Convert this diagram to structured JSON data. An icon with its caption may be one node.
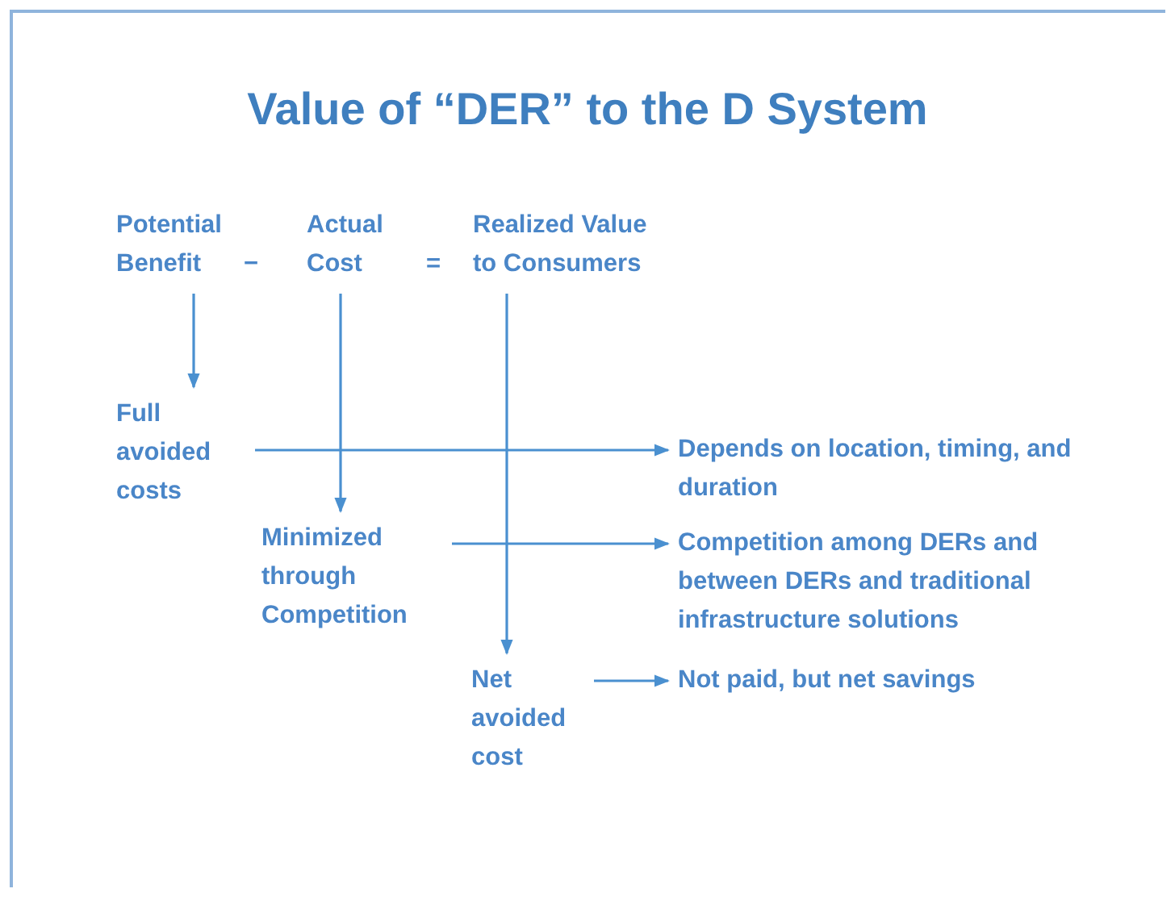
{
  "diagram": {
    "title": "Value of “DER” to the D System",
    "nodes": [
      {
        "text": [
          "Potential Benefit"
        ]
      },
      {
        "text": [
          "Actual Cost"
        ]
      },
      {
        "text": [
          "Realized Value to Consumers"
        ]
      },
      {
        "text": [
          "Full avoided costs"
        ]
      },
      {
        "text": [
          "Minimized through Competition"
        ]
      },
      {
        "text": [
          "Net avoided cost"
        ]
      },
      {
        "text": [
          "Depends on location, timing, and duration"
        ]
      },
      {
        "text": [
          "Competition among DERs and between DERs and traditional infrastructure solutions"
        ]
      },
      {
        "text": [
          "Not paid, but net savings"
        ]
      }
    ],
    "edges": [
      {
        "from": 0,
        "to": 3,
        "arrow": "to"
      },
      {
        "from": 1,
        "to": 4,
        "arrow": "to"
      },
      {
        "from": 2,
        "to": 5,
        "arrow": "to"
      },
      {
        "from": 3,
        "to": 6,
        "arrow": "to"
      },
      {
        "from": 4,
        "to": 7,
        "arrow": "to"
      },
      {
        "from": 5,
        "to": 8,
        "arrow": "to"
      }
    ],
    "labels": [
      "−",
      "="
    ]
  }
}
